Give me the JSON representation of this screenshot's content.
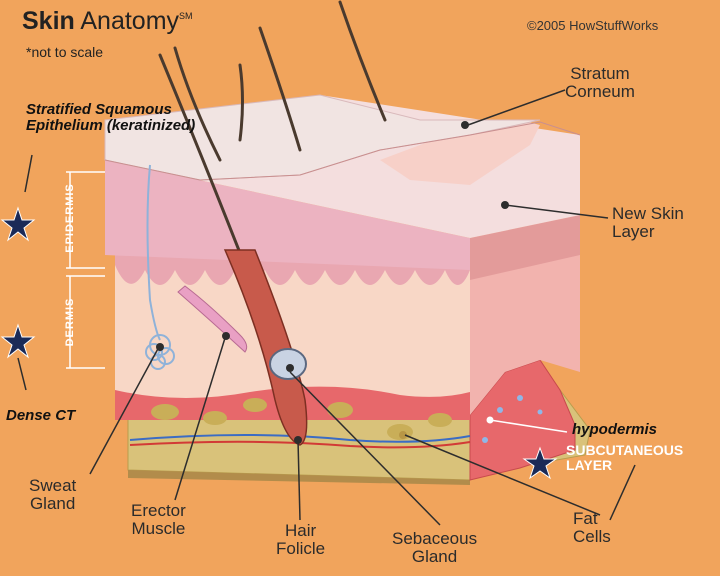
{
  "title": {
    "bold": "Skin",
    "rest": " Anatomy",
    "mark": "SM"
  },
  "copyright": "©2005 HowStuffWorks",
  "note": "*not to scale",
  "layers": {
    "epidermis": "EPIDERMIS",
    "dermis": "DERMIS"
  },
  "labels": {
    "stratum_corneum": [
      "Stratum",
      "Corneum"
    ],
    "new_skin_layer": [
      "New Skin",
      "Layer"
    ],
    "subcutaneous_layer": [
      "SUBCUTANEOUS",
      "LAYER"
    ],
    "fat_cells": [
      "Fat",
      "Cells"
    ],
    "sebaceous_gland": [
      "Sebaceous",
      "Gland"
    ],
    "hair_follicle": [
      "Hair",
      "Folicle"
    ],
    "erector_muscle": [
      "Erector",
      "Muscle"
    ],
    "sweat_gland": [
      "Sweat",
      "Gland"
    ]
  },
  "annotations": {
    "stratified": [
      "Stratified Squamous",
      "Epithelium (keratinized)"
    ],
    "dense_ct": "Dense CT",
    "hypodermis": "hypodermis"
  },
  "colors": {
    "background": "#f1a45c",
    "epidermis_top": "#f4dede",
    "dermis": "#f8d7c6",
    "hypodermis": "#d9c27a",
    "subcutaneous_red": "#e7686b",
    "star": "#1b2a57"
  },
  "icons": [
    "star-icon"
  ]
}
